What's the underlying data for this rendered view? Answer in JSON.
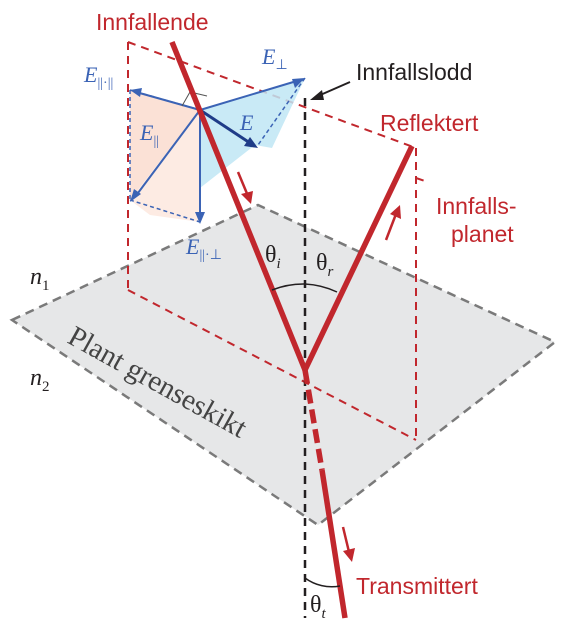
{
  "labels": {
    "incident": "Innfallende",
    "normal": "Innfallslodd",
    "reflected": "Reflektert",
    "plane_of_incidence_line1": "Innfalls-",
    "plane_of_incidence_line2": "planet",
    "transmitted": "Transmittert",
    "interface": "Plant grenseskikt",
    "n1": "n",
    "n1_sub": "1",
    "n2": "n",
    "n2_sub": "2",
    "theta": "θ",
    "theta_i_sub": "i",
    "theta_r_sub": "r",
    "theta_t_sub": "t",
    "E": "E",
    "E_perp_sub": "⊥",
    "E_par_sub": "||",
    "E_parpar_sub": "||·||",
    "E_parperp_sub": "||·⊥"
  },
  "colors": {
    "ray": "#c1272d",
    "field": "#3b63b5",
    "field_dark": "#1f3c88",
    "plane": "#e6e7e8",
    "plane_edge": "#7a7a7a",
    "normal": "#231f20",
    "perp_fill": "#bfe6f5",
    "par_fill": "#fad9cc"
  }
}
